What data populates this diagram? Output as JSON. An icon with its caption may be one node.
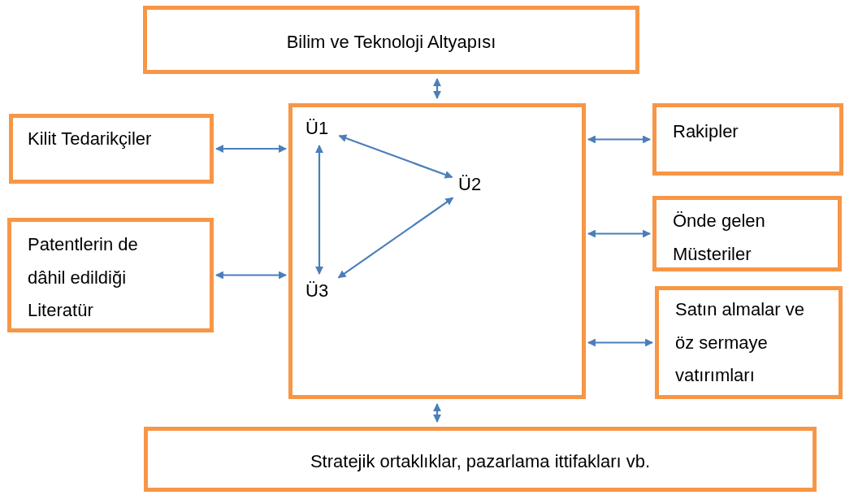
{
  "diagram": {
    "nodes": [
      {
        "text": [
          "Bilim ve Teknoloji Altyapısı"
        ]
      },
      {
        "text": [
          "Kilit Tedarikçiler"
        ]
      },
      {
        "text": [],
        "shape": "box"
      },
      {
        "text": [
          "Ü1"
        ],
        "in": 2
      },
      {
        "text": [
          "Ü2"
        ],
        "in": 2
      },
      {
        "text": [
          "Ü3"
        ],
        "in": 2
      },
      {
        "text": [
          "Rakipler"
        ]
      },
      {
        "text": [
          "Patentlerin de dâhil edildiği Literatür"
        ]
      },
      {
        "text": [
          "Önde gelen Müsteriler"
        ]
      },
      {
        "text": [
          "Satın almalar ve öz sermaye vatırımları"
        ]
      },
      {
        "text": [
          "Stratejik ortaklıklar, pazarlama ittifakları vb."
        ]
      }
    ],
    "edges": [
      {
        "from": 0,
        "to": 2,
        "arrow": "both"
      },
      {
        "from": 1,
        "to": 2,
        "arrow": "both"
      },
      {
        "from": 2,
        "to": 6,
        "arrow": "both"
      },
      {
        "from": 3,
        "to": 4,
        "arrow": "both"
      },
      {
        "from": 3,
        "to": 5,
        "arrow": "both"
      },
      {
        "from": 7,
        "to": 2,
        "arrow": "both"
      },
      {
        "from": 4,
        "to": 5,
        "arrow": "both"
      },
      {
        "from": 2,
        "to": 8,
        "arrow": "both"
      },
      {
        "from": 2,
        "to": 9,
        "arrow": "both"
      },
      {
        "from": 2,
        "to": 10,
        "arrow": "both"
      }
    ]
  }
}
